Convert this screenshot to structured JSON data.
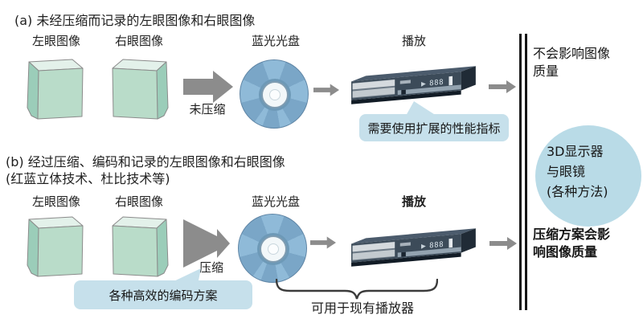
{
  "section_a": {
    "title": "(a) 未经压缩而记录的左眼图像和右眼图像",
    "label_left_eye": "左眼图像",
    "label_right_eye": "右眼图像",
    "label_disc": "蓝光光盘",
    "label_play": "播放",
    "arrow_label": "未压缩",
    "callout": "需要使用扩展的性能指标",
    "note": "不会影响图像\n质量"
  },
  "section_b": {
    "title": "(b) 经过压缩、编码和记录的左眼图像和右眼图像",
    "subtitle": "(红蓝立体技术、杜比技术等)",
    "label_left_eye": "左眼图像",
    "label_right_eye": "右眼图像",
    "label_disc": "蓝光光盘",
    "label_play": "播放",
    "arrow_label": "压缩",
    "callout": "各种高效的编码方案",
    "brace_label": "可用于现有播放器",
    "note": "压缩方案会影\n响图像质量"
  },
  "display_circle": {
    "text": "3D显示器\n与眼镜\n(各种方法)"
  },
  "player": {
    "play_glyph": "▶",
    "digits": "888"
  },
  "colors": {
    "cube_green_front": "#b9dcc9",
    "cube_green_top": "#e3f1ea",
    "cube_green_side": "#9bcdb9",
    "disc_blue": "#8fbad8",
    "disc_wedge_blue": "#7aa6c7",
    "callout_blue": "#c6e0eb",
    "circle_blue": "#b9dbe7",
    "arrow_gray": "#8c8c8c",
    "player_dark": "#3c4b59"
  }
}
